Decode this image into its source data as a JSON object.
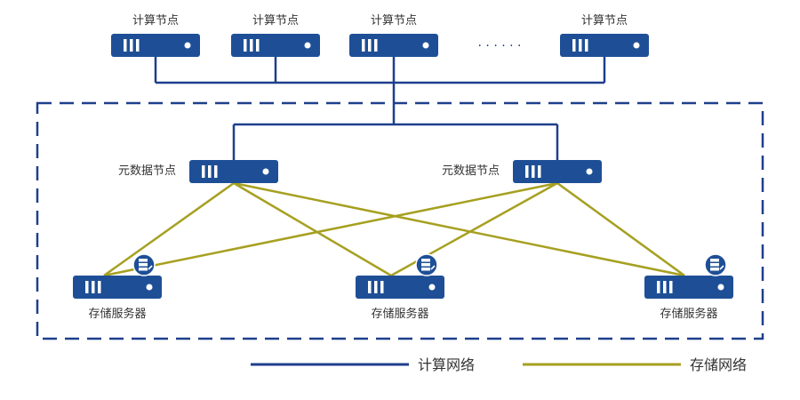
{
  "colors": {
    "compute_network": "#1e3f8c",
    "storage_network": "#a6a020",
    "server_fill": "#1e4f96",
    "label_text": "#333333"
  },
  "compute_nodes": [
    {
      "label": "计算节点"
    },
    {
      "label": "计算节点"
    },
    {
      "label": "计算节点"
    },
    {
      "label": "计算节点"
    }
  ],
  "ellipsis": "· · · · · ·",
  "metadata_nodes": [
    {
      "label": "元数据节点"
    },
    {
      "label": "元数据节点"
    }
  ],
  "storage_servers": [
    {
      "label": "存储服务器"
    },
    {
      "label": "存储服务器"
    },
    {
      "label": "存储服务器"
    }
  ],
  "legend": {
    "compute": "计算网络",
    "storage": "存储网络"
  }
}
